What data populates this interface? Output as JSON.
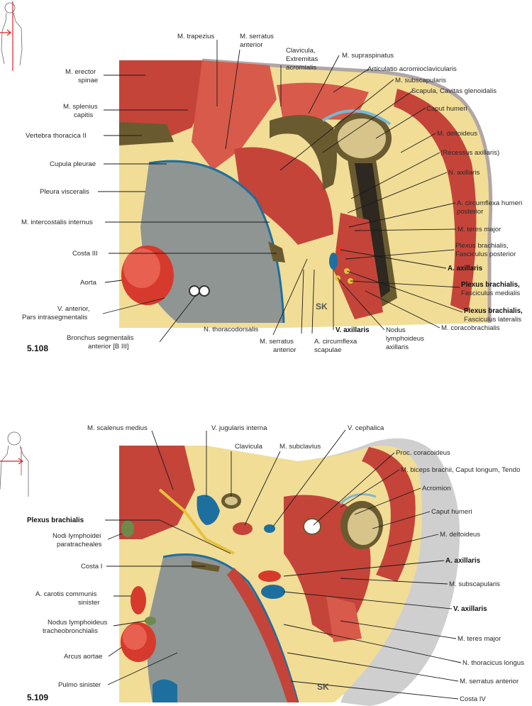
{
  "colors": {
    "muscle": "#c4443a",
    "muscle_light": "#d85a4a",
    "fat": "#f1dd96",
    "lung": "#8f9593",
    "bone": "#6a5a30",
    "bone_marrow": "#d7c48b",
    "artery": "#d63a2c",
    "vein": "#1d6fa0",
    "skin": "#cfcfcf"
  },
  "figure_top": {
    "number": "5.108",
    "marker": "SK",
    "labels": {
      "trapezius": "M. trapezius",
      "serratus_anterior_top": [
        "M. serratus",
        "anterior"
      ],
      "clavicula_extremitas": [
        "Clavicula,",
        "Extremitas",
        "acromialis"
      ],
      "supraspinatus": "M. supraspinatus",
      "articulatio": "Articulatio acromioclavicularis",
      "subscapularis": "M. subscapularis",
      "scapula": "Scapula, Cavitas glenoidalis",
      "caput_humeri": "Caput humeri",
      "deltoideus": "M. deltoideus",
      "recessus": "(Recessus axillaris)",
      "n_axillaris": "N. axillaris",
      "a_circumflexa_post": [
        "A. circumflexa humeri",
        "posterior"
      ],
      "teres_major": "M. teres major",
      "plexus_post": [
        "Plexus brachialis,",
        "Fasciculus posterior"
      ],
      "a_axillaris": "A. axillaris",
      "plexus_med": [
        "Plexus brachialis,",
        "Fasciculus medialis"
      ],
      "plexus_lat": [
        "Plexus brachialis,",
        "Fasciculus lateralis"
      ],
      "coracobrachialis": "M. coracobrachialis",
      "nodus": [
        "Nodus",
        "lymphoideus",
        "axillaris"
      ],
      "v_axillaris": "V. axillaris",
      "a_circumflexa_scap": [
        "A. circumflexa",
        "scapulae"
      ],
      "serratus_anterior_bottom": [
        "M. serratus",
        "anterior"
      ],
      "n_thoracodorsalis": "N. thoracodorsalis",
      "bronchus": [
        "Bronchus segmentalis",
        "anterior [B III]"
      ],
      "v_anterior": [
        "V. anterior,",
        "Pars intrasegmentalis"
      ],
      "aorta": "Aorta",
      "costa_iii": "Costa III",
      "intercostalis": "M. intercostalis internus",
      "pleura": "Pleura visceralis",
      "cupula": "Cupula pleurae",
      "vertebra": "Vertebra thoracica II",
      "splenius": [
        "M. splenius",
        "capitis"
      ],
      "erector": [
        "M. erector",
        "spinae"
      ]
    }
  },
  "figure_bottom": {
    "number": "5.109",
    "marker": "SK",
    "labels": {
      "scalenus": "M. scalenus medius",
      "v_jugularis": "V. jugularis interna",
      "clavicula": "Clavicula",
      "subclavius": "M. subclavius",
      "v_cephalica": "V. cephalica",
      "proc_coracoideus": "Proc. coracoideus",
      "biceps": "M. biceps brachii, Caput longum, Tendo",
      "acromion": "Acromion",
      "caput_humeri": "Caput humeri",
      "deltoideus": "M. deltoideus",
      "a_axillaris": "A. axillaris",
      "subscapularis": "M. subscapularis",
      "v_axillaris": "V. axillaris",
      "teres_major": "M. teres major",
      "n_thoracicus": "N. thoracicus longus",
      "serratus_anterior": "M. serratus anterior",
      "costa_iv": "Costa IV",
      "pulmo": "Pulmo sinister",
      "arcus": "Arcus aortae",
      "nodus_tracheo": [
        "Nodus lymphoideus",
        "tracheobronchialis"
      ],
      "carotis": [
        "A. carotis communis",
        "sinister"
      ],
      "costa_i": "Costa I",
      "nodi_para": [
        "Nodi lymphoidei",
        "paratracheales"
      ],
      "plexus_brachialis": "Plexus brachialis"
    }
  }
}
